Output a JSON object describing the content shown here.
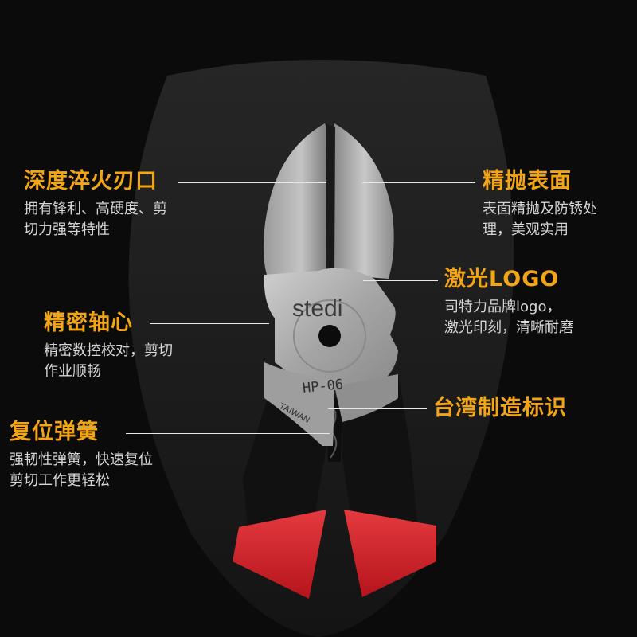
{
  "brand": "stedi",
  "model": "HP-06",
  "origin_stamp": "TAIWAN",
  "colors": {
    "background": "#0b0b0b",
    "shield": "#1d1d1d",
    "title": "#f2a516",
    "body_text": "#d6d6d6",
    "handle_black": "#111111",
    "handle_red": "#d81f2a",
    "steel": "#a9a9a9"
  },
  "features": [
    {
      "title": "深度淬火刃口",
      "desc": [
        "拥有锋利、高硬度、剪",
        "切力强等特性"
      ]
    },
    {
      "title": "精抛表面",
      "desc": [
        "表面精抛及防锈处",
        "理，美观实用"
      ]
    },
    {
      "title": "激光LOGO",
      "desc": [
        "司特力品牌logo，",
        "激光印刻，清晰耐磨"
      ]
    },
    {
      "title": "精密轴心",
      "desc": [
        "精密数控校对，剪切",
        "作业顺畅"
      ]
    },
    {
      "title": "台湾制造标识",
      "desc": []
    },
    {
      "title": "复位弹簧",
      "desc": [
        "强韧性弹簧，快速复位",
        "剪切工作更轻松"
      ]
    }
  ]
}
